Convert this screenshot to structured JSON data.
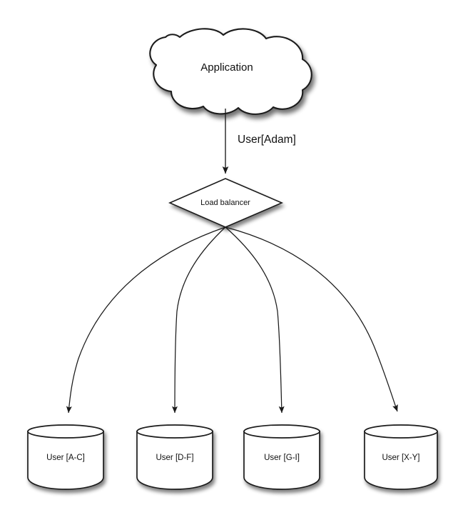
{
  "diagram": {
    "type": "architecture-flow",
    "background_color": "#ffffff",
    "stroke_color": "#1a1a1a",
    "text_color": "#111111",
    "nodes": {
      "application": {
        "label": "Application",
        "shape": "cloud"
      },
      "load_balancer": {
        "label": "Load balancer",
        "shape": "diamond"
      },
      "databases": [
        {
          "label": "User [A-C]",
          "shape": "cylinder"
        },
        {
          "label": "User [D-F]",
          "shape": "cylinder"
        },
        {
          "label": "User [G-I]",
          "shape": "cylinder"
        },
        {
          "label": "User [X-Y]",
          "shape": "cylinder"
        }
      ]
    },
    "edges": [
      {
        "from": "application",
        "to": "load_balancer",
        "label": "User[Adam]",
        "style": "straight-arrow"
      },
      {
        "from": "load_balancer",
        "to": "User [A-C]",
        "label": "",
        "style": "curved-arrow"
      },
      {
        "from": "load_balancer",
        "to": "User [D-F]",
        "label": "",
        "style": "curved-arrow"
      },
      {
        "from": "load_balancer",
        "to": "User [G-I]",
        "label": "",
        "style": "curved-arrow"
      },
      {
        "from": "load_balancer",
        "to": "User [X-Y]",
        "label": "",
        "style": "curved-arrow"
      }
    ]
  }
}
